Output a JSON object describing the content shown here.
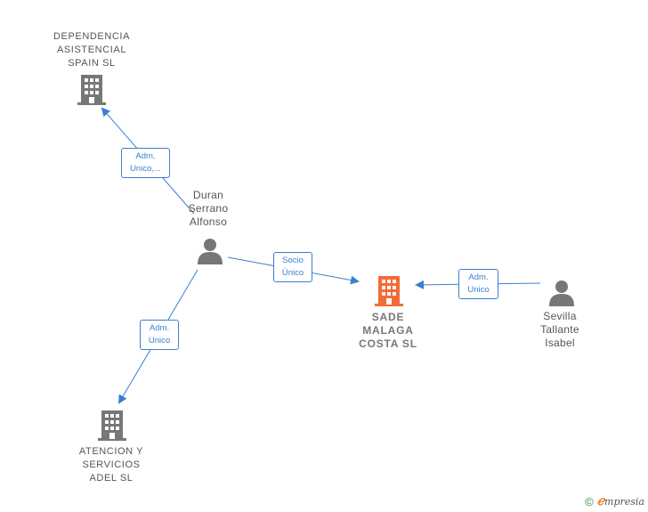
{
  "nodes": {
    "dependencia": {
      "label": "DEPENDENCIA\nASISTENCIAL\nSPAIN SL",
      "type": "company"
    },
    "duran": {
      "label": "Duran\nSerrano\nAlfonso",
      "type": "person"
    },
    "sade": {
      "label": "SADE\nMALAGA\nCOSTA  SL",
      "type": "company-focus"
    },
    "sevilla": {
      "label": "Sevilla\nTallante\nIsabel",
      "type": "person"
    },
    "atencion": {
      "label": "ATENCION Y\nSERVICIOS\nADEL  SL",
      "type": "company"
    }
  },
  "edges": {
    "duran_dependencia": {
      "label": "Adm.\nUnico,..."
    },
    "duran_sade": {
      "label": "Socio\nÚnico"
    },
    "sevilla_sade": {
      "label": "Adm.\nUnico"
    },
    "duran_atencion": {
      "label": "Adm.\nUnico"
    }
  },
  "colors": {
    "edge": "#3a7fcf",
    "icon": "#777777",
    "focus": "#f26b38"
  },
  "footer": {
    "copyright": "©",
    "brand_initial": "ℯ",
    "brand_rest": "mpresia"
  }
}
